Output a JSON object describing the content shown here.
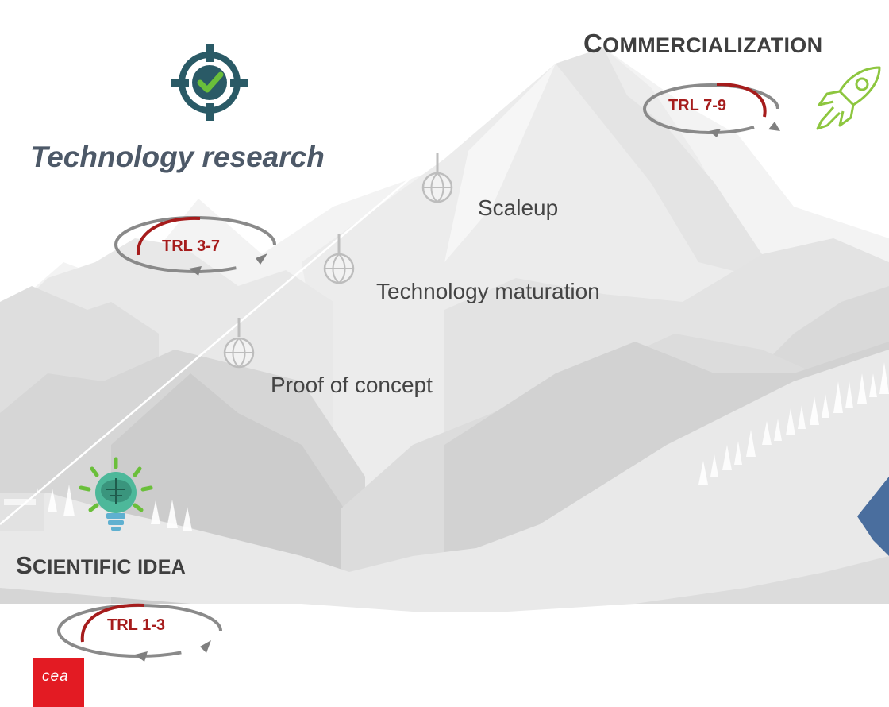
{
  "titles": {
    "commercial_initial": "C",
    "commercial_rest": "OMMERCIALIZATION",
    "research": "Technology research",
    "idea_initial": "S",
    "idea_rest": "CIENTIFIC IDEA"
  },
  "stages": [
    {
      "label": "Scaleup"
    },
    {
      "label": "Technology maturation"
    },
    {
      "label": "Proof of concept"
    }
  ],
  "trl": {
    "commercial": "TRL 7-9",
    "research": "TRL 3-7",
    "idea": "TRL 1-3"
  },
  "logo": {
    "text": "cea"
  },
  "colors": {
    "trl_red": "#a61c1c",
    "arrow_gray": "#7f7f7f",
    "icon_teal": "#2a5a66",
    "check_green": "#6abf3a",
    "rocket_green": "#8dc63f",
    "logo_red": "#e31b23"
  },
  "icons": [
    "target-check-icon",
    "rocket-icon",
    "lightbulb-brain-icon",
    "gondola-icon"
  ]
}
